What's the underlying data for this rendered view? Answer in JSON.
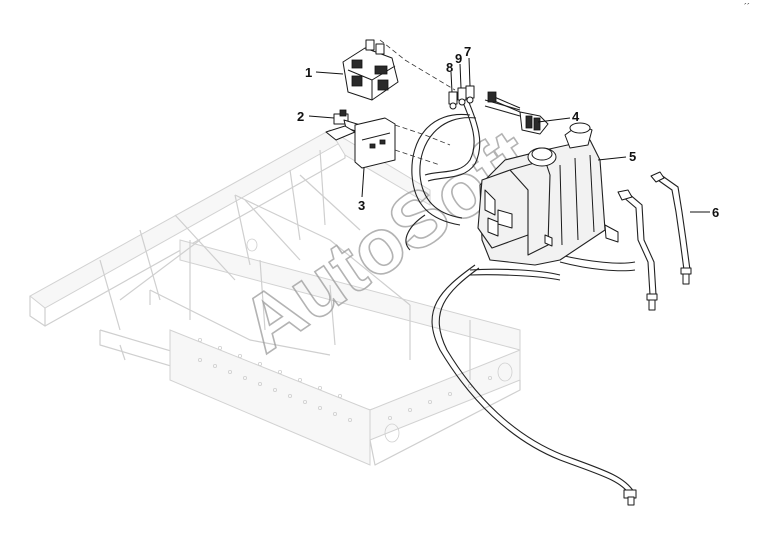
{
  "watermark": "AutoSoft",
  "corner_mark": "´´",
  "callouts": [
    {
      "label": "1"
    },
    {
      "label": "2"
    },
    {
      "label": "3"
    },
    {
      "label": "4"
    },
    {
      "label": "5"
    },
    {
      "label": "6"
    },
    {
      "label": "7"
    },
    {
      "label": "8"
    },
    {
      "label": "9"
    }
  ]
}
